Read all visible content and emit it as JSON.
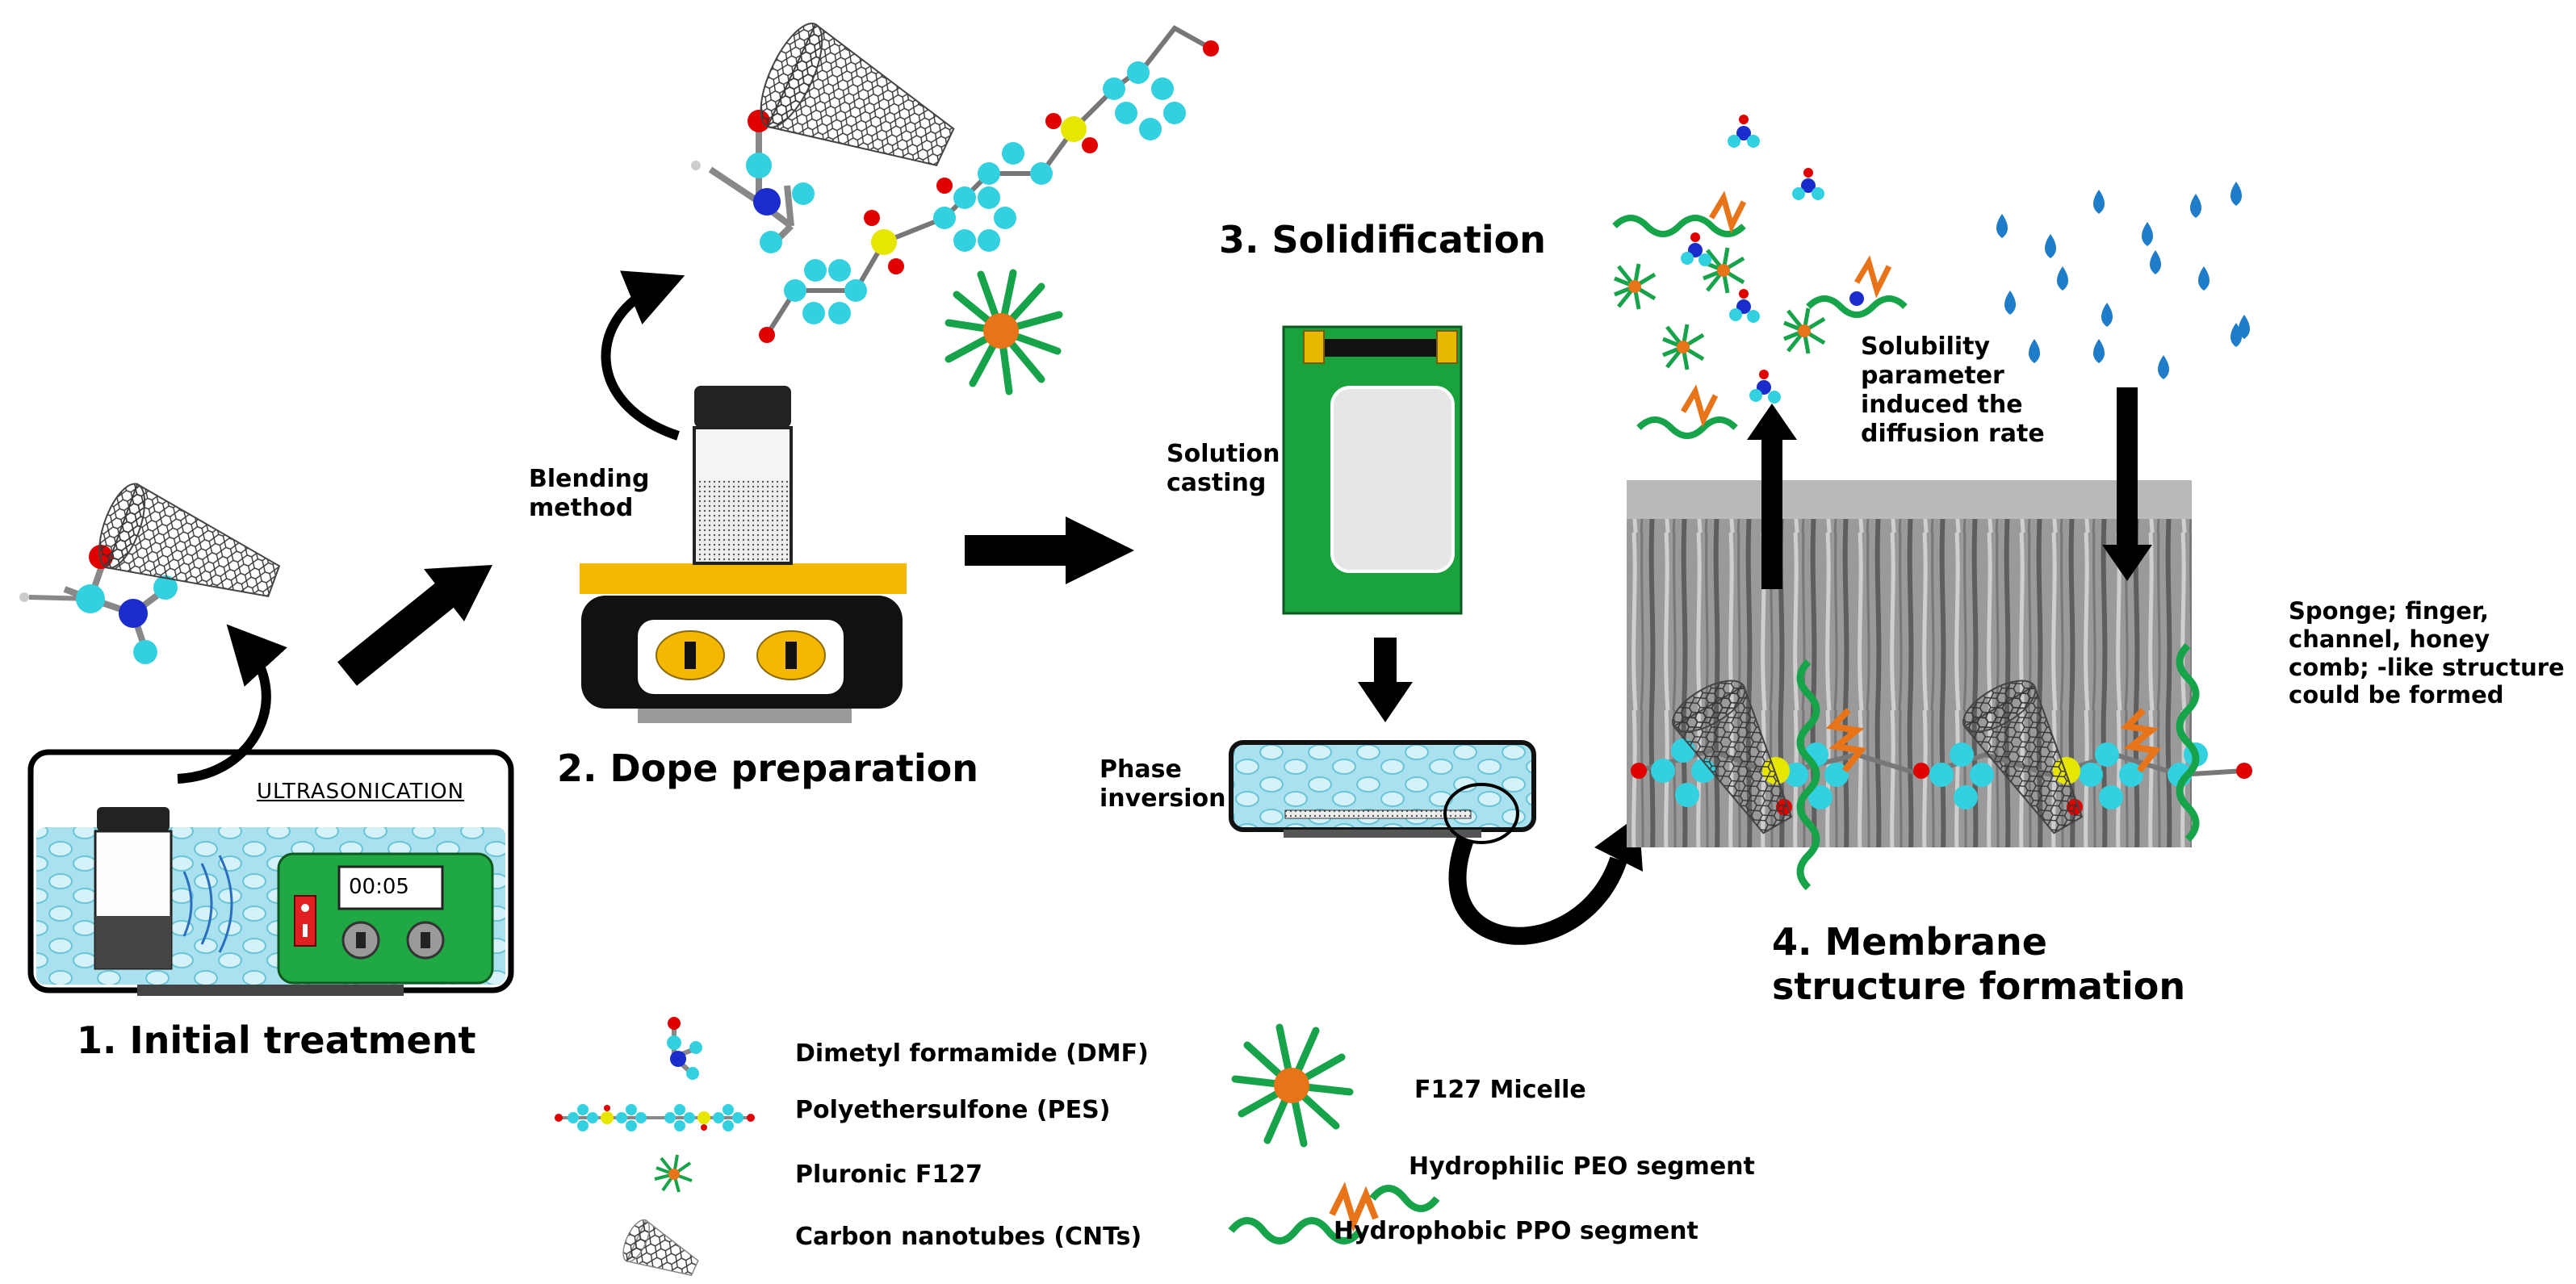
{
  "steps": {
    "step1": "1. Initial treatment",
    "step2": "2. Dope preparation",
    "step3": "3. Solidification",
    "step4": "4. Membrane\nstructure formation"
  },
  "labels": {
    "ultrasonication": "ULTRASONICATION",
    "timer": "00:05",
    "blending": "Blending\nmethod",
    "solution_casting": "Solution\ncasting",
    "phase_inversion": "Phase\ninversion",
    "solubility": "Solubility\nparameter\ninduced the\ndiffusion rate",
    "sponge": "Sponge; finger,\nchannel, honey\ncomb; -like structure\ncould be formed"
  },
  "legend": {
    "dmf": "Dimetyl formamide (DMF)",
    "pes": "Polyethersulfone (PES)",
    "f127": "Pluronic F127",
    "cnt": "Carbon nanotubes (CNTs)",
    "micelle": "F127 Micelle",
    "peo": "Hydrophilic PEO segment",
    "ppo": "Hydrophobic PPO segment"
  },
  "colors": {
    "cyan_atom": "#33d1e0",
    "nitrogen": "#1a2ccc",
    "oxygen": "#e00000",
    "sulfur": "#e6e600",
    "peo_green": "#17a34a",
    "ppo_orange": "#e8741a",
    "water_drop": "#1e7cc8",
    "stirrer_yellow": "#f5b800",
    "casting_green": "#1aa33c",
    "bath_cyan": "#8fd8e8"
  }
}
